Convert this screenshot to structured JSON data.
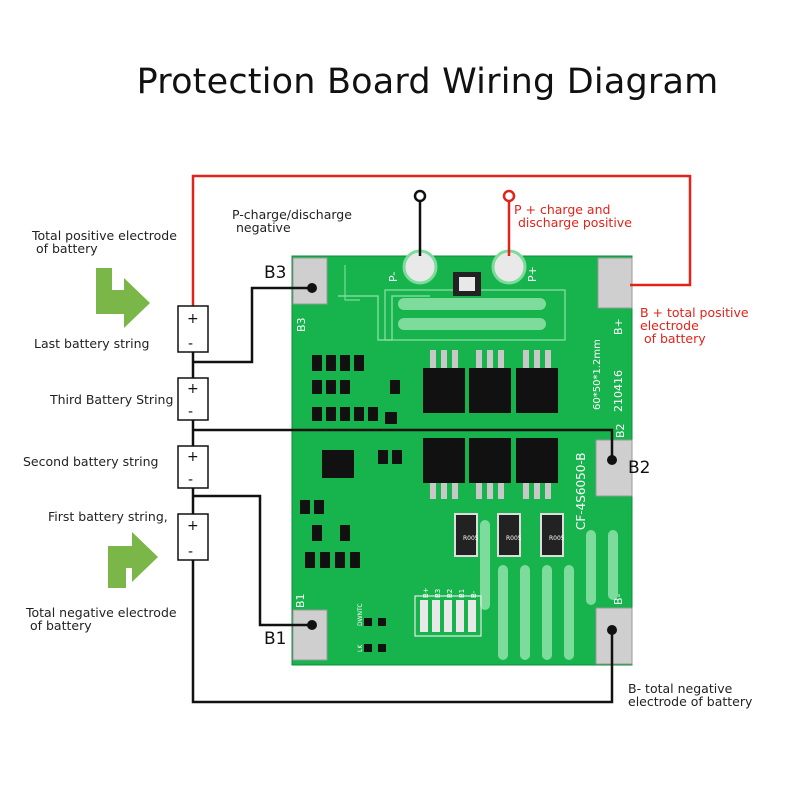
{
  "title": "Protection Board Wiring Diagram",
  "labels": {
    "p_minus": "P-charge/discharge\n negative",
    "p_plus": "P + charge and\n discharge positive",
    "total_positive": "Total positive electrode\n of battery",
    "last_string": "Last battery string",
    "third_string": "Third Battery String",
    "second_string": "Second battery string",
    "first_string": "First battery string,",
    "total_negative": "Total negative electrode\n of battery",
    "b_plus_total": "B + total positive\nelectrode\n of battery",
    "b_minus_total": "B- total negative\nelectrode of battery"
  },
  "pads": {
    "b3": "B3",
    "b2": "B2",
    "b1": "B1"
  },
  "board": {
    "model": "CF-4S6050-B",
    "size": "60*50*1.2mm",
    "date": "210416",
    "p_minus_silk": "P-",
    "p_plus_silk": "P+",
    "b3_silk": "B3",
    "b2_silk": "B2",
    "b1_silk": "B1",
    "bplus_silk": "B+",
    "bminus_silk": "B-",
    "resistor_mark": "R005",
    "header_pins": [
      "B+",
      "B3",
      "B2",
      "B1",
      "B-"
    ],
    "ntc_silk": "DWNTC",
    "lk_silk": "LK"
  },
  "battery_cells": [
    {
      "plus": "+",
      "minus": "-"
    },
    {
      "plus": "+",
      "minus": "-"
    },
    {
      "plus": "+",
      "minus": "-"
    },
    {
      "plus": "+",
      "minus": "-"
    }
  ],
  "colors": {
    "board": "#17b34c",
    "board_light": "#7ddb9b",
    "pad": "#cfcfcf",
    "wire": "#111111",
    "red_wire": "#e2231a",
    "arrow": "#7ab648"
  }
}
